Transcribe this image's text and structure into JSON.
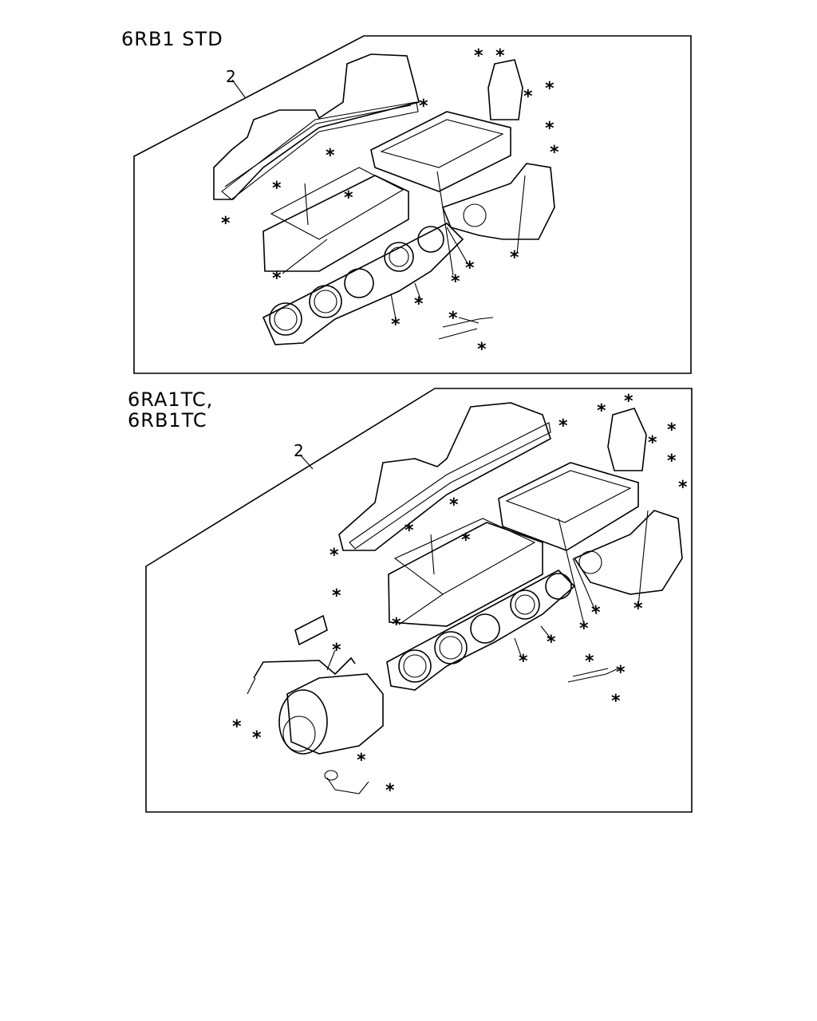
{
  "panels": [
    {
      "title_lines": [
        "6RB1  STD"
      ],
      "callout": "2"
    },
    {
      "title_lines": [
        "6RA1TC,",
        "6RB1TC"
      ],
      "callout": "2"
    }
  ],
  "marker": "*",
  "colors": {
    "ink": "#000000",
    "background": "#ffffff"
  }
}
